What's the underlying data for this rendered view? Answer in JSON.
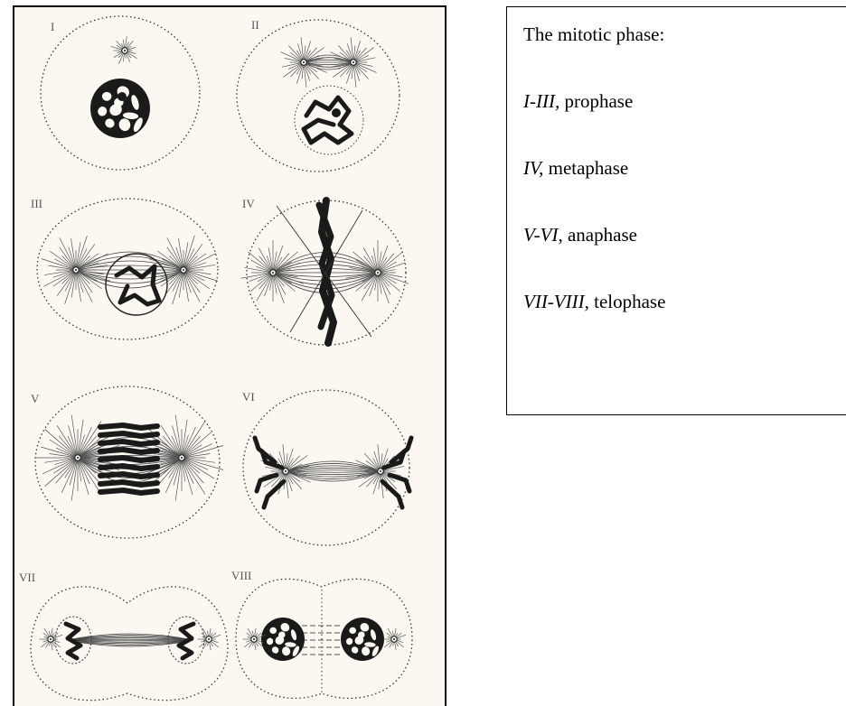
{
  "figure": {
    "panel_labels": [
      "I",
      "II",
      "III",
      "IV",
      "V",
      "VI",
      "VII",
      "VIII"
    ]
  },
  "caption": {
    "title": "The mitotic phase:",
    "lines": [
      {
        "range": "I-III,",
        "phase": "prophase"
      },
      {
        "range": "IV,",
        "phase": "metaphase"
      },
      {
        "range": "V-VI,",
        "phase": "anaphase"
      },
      {
        "range": "VII-VIII,",
        "phase": "telophase"
      }
    ]
  },
  "colors": {
    "ink": "#1a1a1a",
    "paper": "#fbf8f1",
    "border": "#000000"
  }
}
